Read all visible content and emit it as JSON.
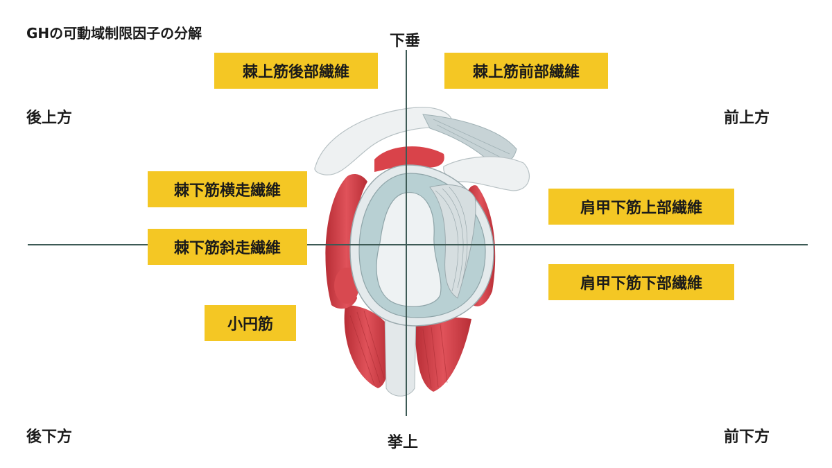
{
  "title": "GHの可動域制限因子の分解",
  "directions": {
    "top": "下垂",
    "bottom": "挙上",
    "top_left": "後上方",
    "top_right": "前上方",
    "bottom_left": "後下方",
    "bottom_right": "前下方"
  },
  "labels": {
    "supra_posterior": "棘上筋後部繊維",
    "supra_anterior": "棘上筋前部繊維",
    "infra_transverse": "棘下筋横走繊維",
    "infra_oblique": "棘下筋斜走繊維",
    "teres_minor": "小円筋",
    "subscap_upper": "肩甲下筋上部繊維",
    "subscap_lower": "肩甲下筋下部繊維"
  },
  "colors": {
    "tag_background": "#f4c724",
    "axis_line": "#3d5a55",
    "muscle": "#d9434a",
    "glenoid_fossa": "#b8d0d3"
  }
}
